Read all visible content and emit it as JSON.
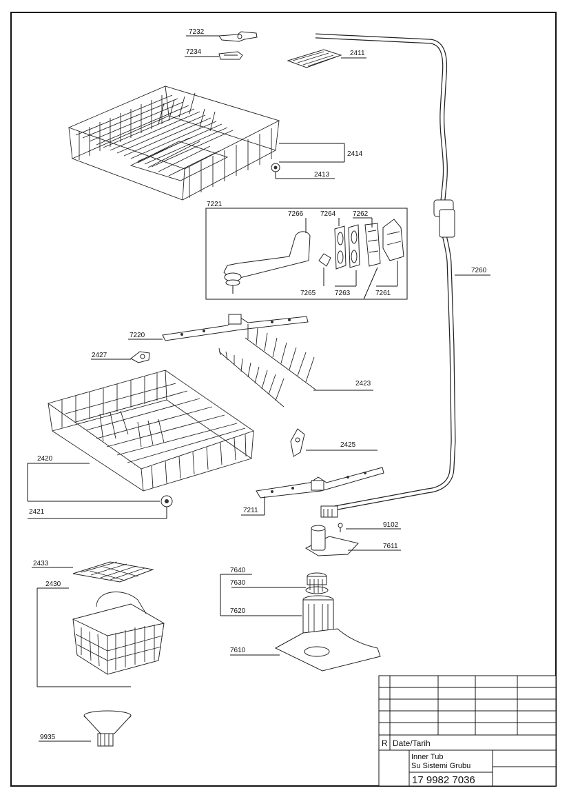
{
  "labels": {
    "p7232": "7232",
    "p7234": "7234",
    "p2411": "2411",
    "p2414": "2414",
    "p2413": "2413",
    "p7221": "7221",
    "p7266": "7266",
    "p7264": "7264",
    "p7262": "7262",
    "p7265": "7265",
    "p7263": "7263",
    "p7261": "7261",
    "p7260": "7260",
    "p7220": "7220",
    "p2427": "2427",
    "p2423": "2423",
    "p2425": "2425",
    "p2420": "2420",
    "p2421": "2421",
    "p7211": "7211",
    "p9102": "9102",
    "p7611": "7611",
    "p2433": "2433",
    "p2430": "2430",
    "p7640": "7640",
    "p7630": "7630",
    "p7620": "7620",
    "p7610": "7610",
    "p9935": "9935"
  },
  "title_block": {
    "revision_letter": "R",
    "date_label": "Date/Tarih",
    "title_line1": "Inner Tub",
    "title_line2": "Su Sistemi Grubu",
    "drawing_number": "17 9982 7036"
  }
}
